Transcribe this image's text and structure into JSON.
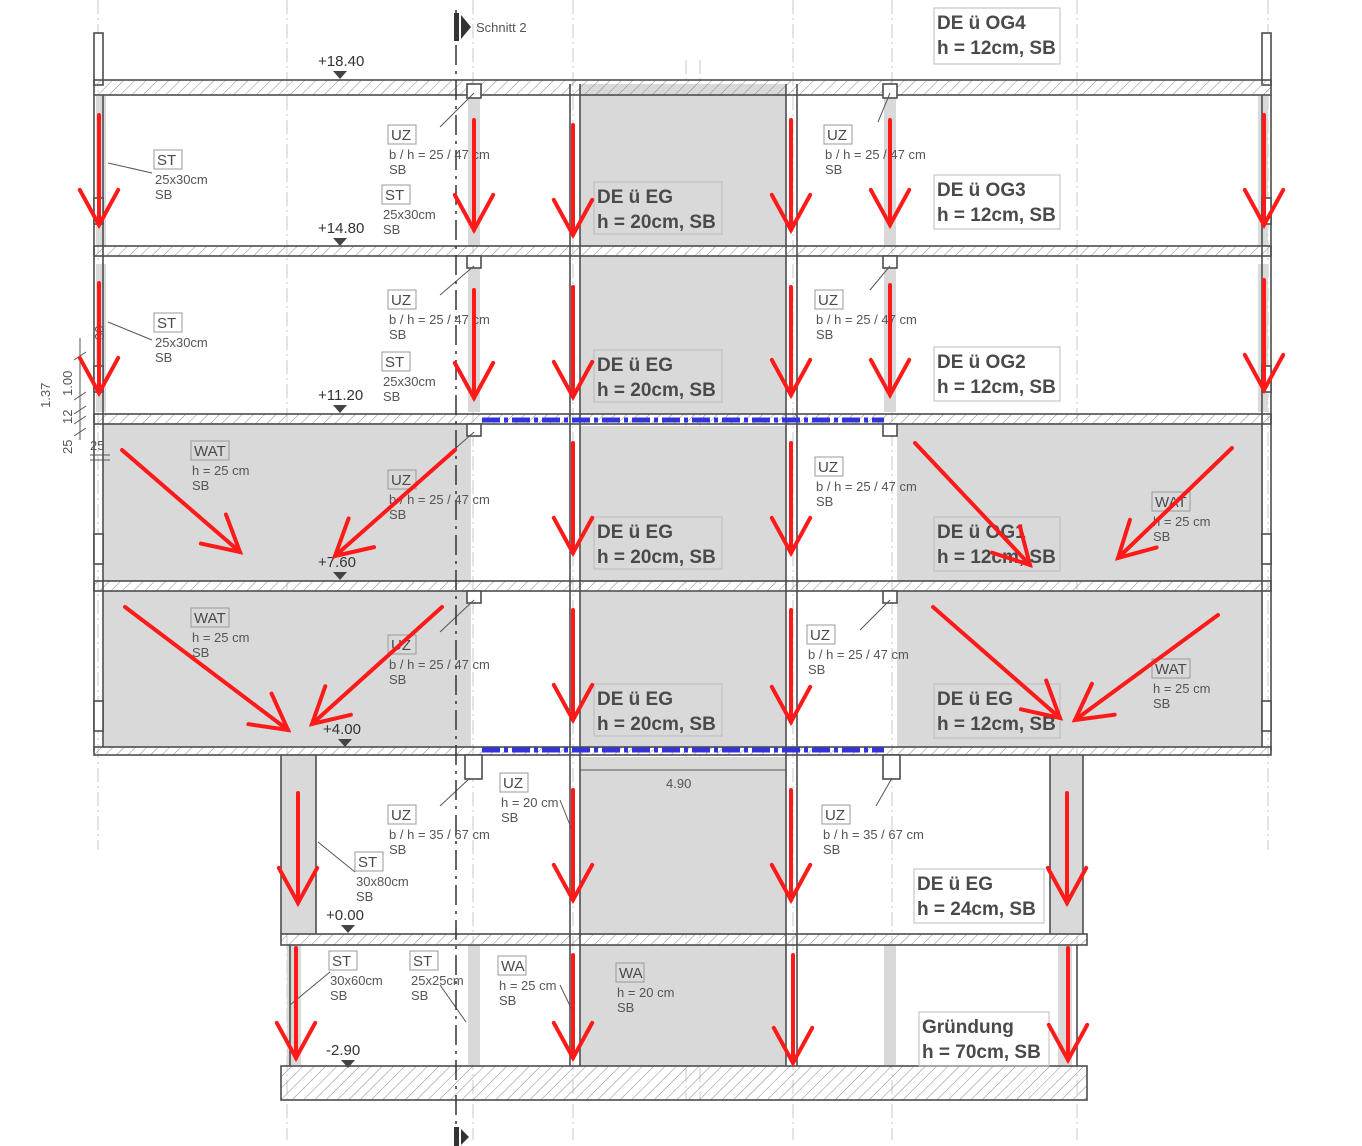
{
  "section_marker": "Schnitt 2",
  "levels": [
    "+18.40",
    "+14.80",
    "+11.20",
    "+7.60",
    "+4.00",
    "+0.00",
    "-2.90"
  ],
  "span_label": "4.90",
  "left_dims": [
    "1.37",
    "25",
    "12",
    "1.00",
    "30",
    "25"
  ],
  "slab_labels": [
    {
      "line1": "DE ü OG4",
      "line2": "h = 12cm, SB"
    },
    {
      "line1": "DE ü EG",
      "line2": "h = 20cm, SB"
    },
    {
      "line1": "DE ü OG3",
      "line2": "h = 12cm, SB"
    },
    {
      "line1": "DE ü EG",
      "line2": "h = 20cm, SB"
    },
    {
      "line1": "DE ü OG2",
      "line2": "h = 12cm, SB"
    },
    {
      "line1": "DE ü EG",
      "line2": "h = 20cm, SB"
    },
    {
      "line1": "DE ü OG1",
      "line2": "h = 12cm, SB"
    },
    {
      "line1": "DE ü EG",
      "line2": "h = 20cm, SB"
    },
    {
      "line1": "DE ü EG",
      "line2": "h = 12cm, SB"
    },
    {
      "line1": "DE ü EG",
      "line2": "h = 24cm, SB"
    },
    {
      "line1": "Gründung",
      "line2": "h = 70cm, SB"
    }
  ],
  "element_labels": [
    {
      "tag": "ST",
      "l1": "25x30cm",
      "l2": "SB"
    },
    {
      "tag": "UZ",
      "l1": "b / h = 25 / 47 cm",
      "l2": "SB"
    },
    {
      "tag": "ST",
      "l1": "25x30cm",
      "l2": "SB"
    },
    {
      "tag": "UZ",
      "l1": "b / h = 25 / 47 cm",
      "l2": "SB"
    },
    {
      "tag": "ST",
      "l1": "25x30cm",
      "l2": "SB"
    },
    {
      "tag": "UZ",
      "l1": "b / h = 25 / 47 cm",
      "l2": "SB"
    },
    {
      "tag": "ST",
      "l1": "25x30cm",
      "l2": "SB"
    },
    {
      "tag": "UZ",
      "l1": "b / h = 25 / 47 cm",
      "l2": "SB"
    },
    {
      "tag": "WAT",
      "l1": "h = 25 cm",
      "l2": "SB"
    },
    {
      "tag": "UZ",
      "l1": "b / h = 25 / 47 cm",
      "l2": "SB"
    },
    {
      "tag": "UZ",
      "l1": "b / h = 25 / 47 cm",
      "l2": "SB"
    },
    {
      "tag": "WAT",
      "l1": "h = 25 cm",
      "l2": "SB"
    },
    {
      "tag": "WAT",
      "l1": "h = 25 cm",
      "l2": "SB"
    },
    {
      "tag": "UZ",
      "l1": "b / h = 25 / 47 cm",
      "l2": "SB"
    },
    {
      "tag": "UZ",
      "l1": "b / h = 25 / 47 cm",
      "l2": "SB"
    },
    {
      "tag": "WAT",
      "l1": "h = 25 cm",
      "l2": "SB"
    },
    {
      "tag": "UZ",
      "l1": "h = 20 cm",
      "l2": "SB"
    },
    {
      "tag": "UZ",
      "l1": "b / h = 35 / 67 cm",
      "l2": "SB"
    },
    {
      "tag": "UZ",
      "l1": "b / h = 35 / 67 cm",
      "l2": "SB"
    },
    {
      "tag": "ST",
      "l1": "30x80cm",
      "l2": "SB"
    },
    {
      "tag": "ST",
      "l1": "30x60cm",
      "l2": "SB"
    },
    {
      "tag": "ST",
      "l1": "25x25cm",
      "l2": "SB"
    },
    {
      "tag": "WA",
      "l1": "h = 25 cm",
      "l2": "SB"
    },
    {
      "tag": "WA",
      "l1": "h = 20 cm",
      "l2": "SB"
    }
  ],
  "colors": {
    "arrow": "#ff1a1a",
    "concrete": "#d9d9d9",
    "line": "#4d4d4d",
    "beam_highlight": "#3333dd",
    "grid": "#c8c8c8"
  }
}
